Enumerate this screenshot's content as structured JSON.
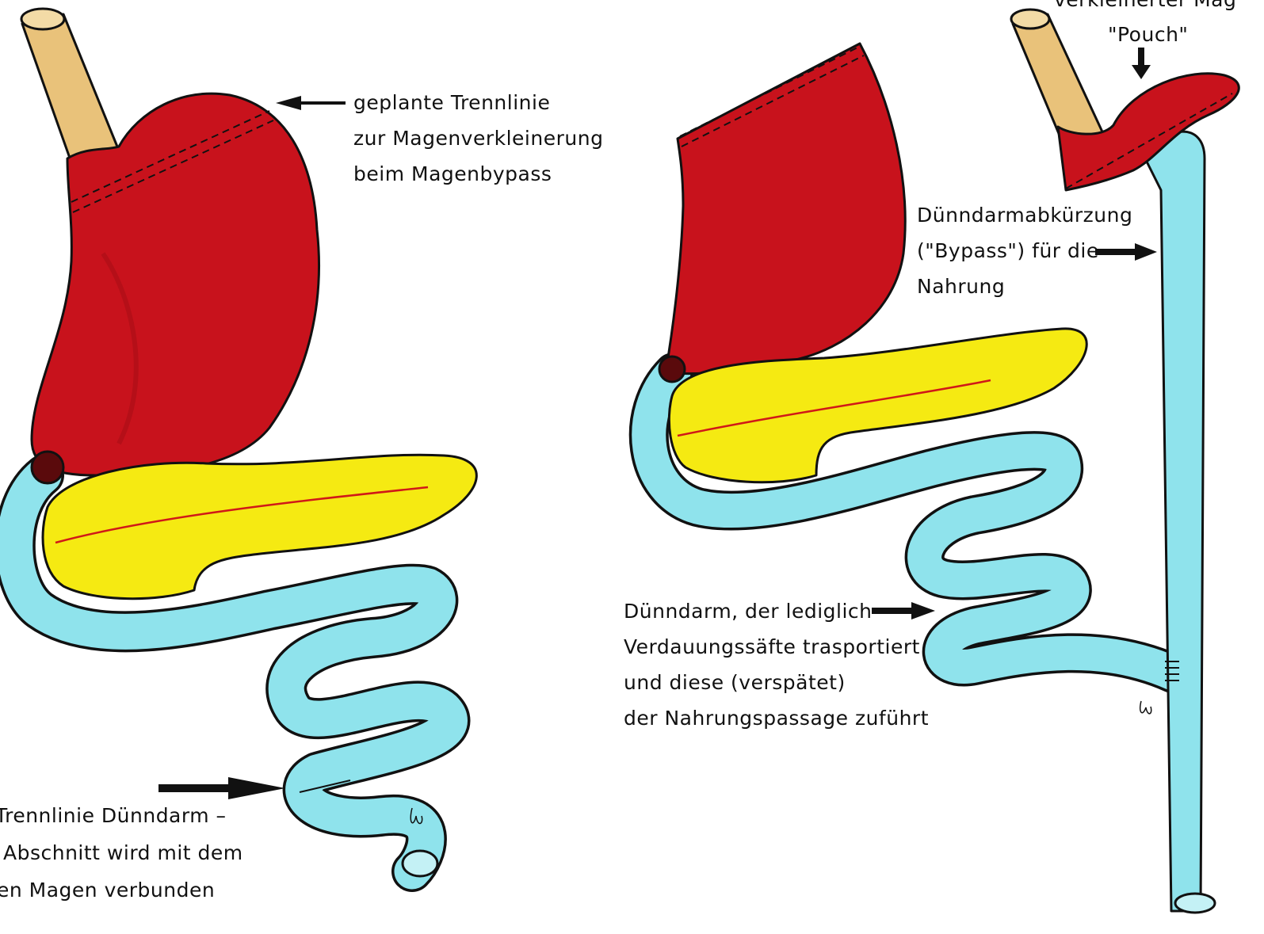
{
  "colors": {
    "stomach": "#c8121c",
    "stomach_dark": "#9e0d14",
    "esophagus": "#e9c27a",
    "pancreas": "#f5ea12",
    "intestine": "#8fe3ec",
    "intestine_light": "#c4f1f5",
    "outline": "#111111",
    "pylorus": "#5a0a0c",
    "duct": "#d01818"
  },
  "icons": [
    "arrow-right-icon",
    "arrow-left-icon",
    "arrow-down-icon",
    "signature-mark"
  ],
  "left_panel": {
    "label_cut_stomach": [
      "geplante Trennlinie",
      "zur Magenverkleinerung",
      "beim Magenbypass"
    ],
    "label_cut_intestine": [
      "Trennlinie Dünndarm –",
      "Abschnitt wird mit dem",
      "en Magen verbunden"
    ]
  },
  "right_panel": {
    "label_pouch": [
      "verkleinerter Mag",
      "\"Pouch\""
    ],
    "label_bypass": [
      "Dünndarmabkürzung",
      "(\"Bypass\") für die",
      "Nahrung"
    ],
    "label_juices": [
      "Dünndarm, der lediglich",
      "Verdauungssäfte trasportiert",
      "und diese (verspätet)",
      "der Nahrungspassage zuführt"
    ]
  }
}
